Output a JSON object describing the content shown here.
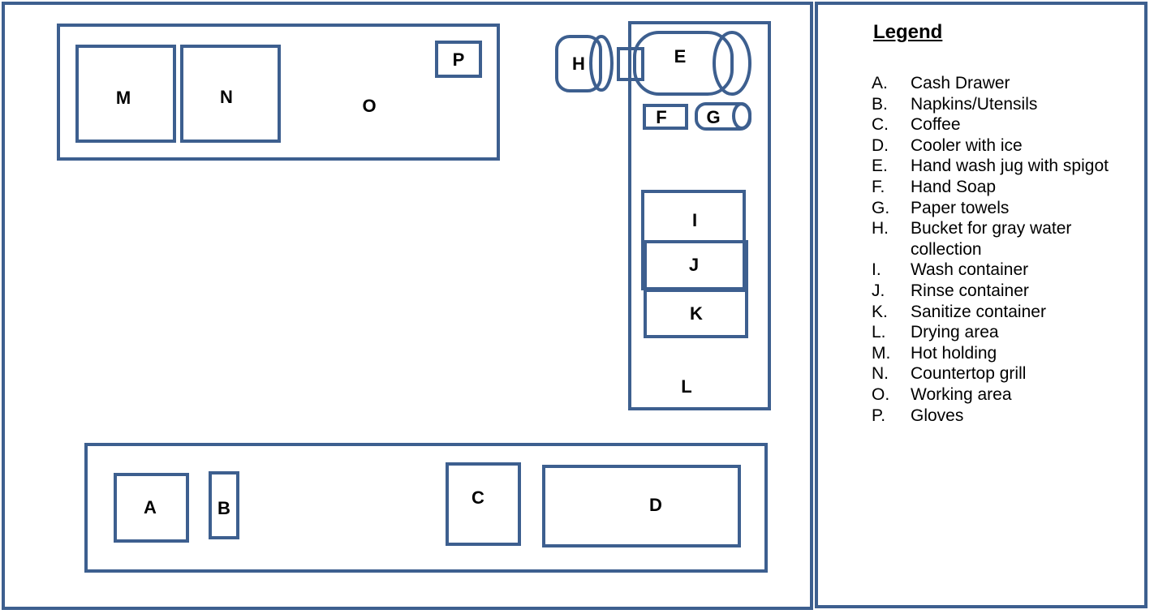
{
  "diagram": {
    "labels": {
      "M": "M",
      "N": "N",
      "O": "O",
      "P": "P",
      "H": "H",
      "E": "E",
      "F": "F",
      "G": "G",
      "I": "I",
      "J": "J",
      "K": "K",
      "L": "L",
      "A": "A",
      "B": "B",
      "C": "C",
      "D": "D"
    },
    "line_color": "#3d5f8f"
  },
  "legend": {
    "title": "Legend",
    "items": [
      {
        "letter": "A.",
        "desc": "Cash Drawer"
      },
      {
        "letter": "B.",
        "desc": "Napkins/Utensils"
      },
      {
        "letter": "C.",
        "desc": "Coffee"
      },
      {
        "letter": "D.",
        "desc": "Cooler with ice"
      },
      {
        "letter": "E.",
        "desc": "Hand wash jug with spigot"
      },
      {
        "letter": "F.",
        "desc": "Hand Soap"
      },
      {
        "letter": "G.",
        "desc": "Paper towels"
      },
      {
        "letter": "H.",
        "desc": "Bucket for gray water collection"
      },
      {
        "letter": "I.",
        "desc": "Wash container"
      },
      {
        "letter": "J.",
        "desc": "Rinse container"
      },
      {
        "letter": "K.",
        "desc": "Sanitize container"
      },
      {
        "letter": "L.",
        "desc": "Drying area"
      },
      {
        "letter": "M.",
        "desc": "Hot holding"
      },
      {
        "letter": "N.",
        "desc": "Countertop grill"
      },
      {
        "letter": "O.",
        "desc": "Working area"
      },
      {
        "letter": "P.",
        "desc": "Gloves"
      }
    ]
  }
}
